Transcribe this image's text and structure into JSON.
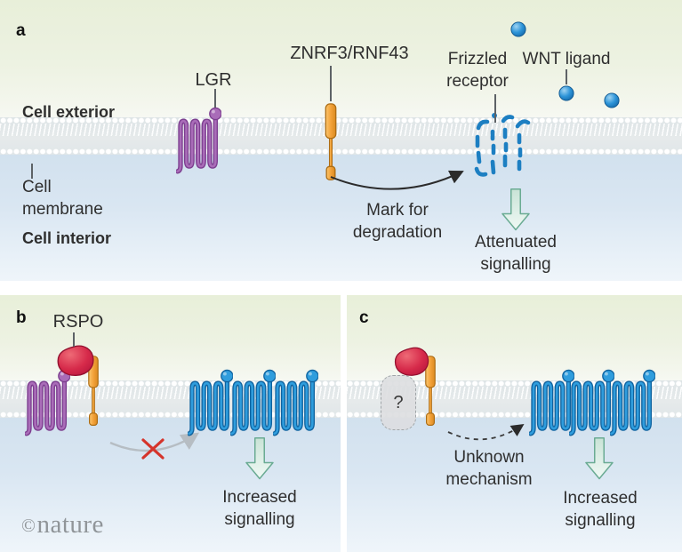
{
  "colors": {
    "exterior_green": "#ebf1df",
    "interior_blue": "#d6e4f0",
    "membrane_gray": "#e2e8e9",
    "lgr_purple": "#a96cb8",
    "znrf3_orange": "#f3a23a",
    "frizzled_blue": "#2f9ddd",
    "wnt_blue": "#2d94d8",
    "rspo_red": "#d62a4a",
    "signal_arrow_green": "#6aab93",
    "inhibit_x_red": "#d5342b",
    "label_text": "#2e2e2e"
  },
  "panel_a": {
    "label": "a",
    "cell_exterior": "Cell exterior",
    "cell_membrane_line1": "Cell",
    "cell_membrane_line2": "membrane",
    "cell_interior": "Cell interior",
    "lgr": "LGR",
    "znrf3": "ZNRF3/RNF43",
    "frizzled_line1": "Frizzled",
    "frizzled_line2": "receptor",
    "wnt": "WNT ligand",
    "mark_line1": "Mark for",
    "mark_line2": "degradation",
    "attenuated_line1": "Attenuated",
    "attenuated_line2": "signalling"
  },
  "panel_b": {
    "label": "b",
    "rspo": "RSPO",
    "increased_line1": "Increased",
    "increased_line2": "signalling"
  },
  "panel_c": {
    "label": "c",
    "unknown_protein": "?",
    "unknown_line1": "Unknown",
    "unknown_line2": "mechanism",
    "increased_line1": "Increased",
    "increased_line2": "signalling"
  },
  "footer": {
    "copyright": "©",
    "brand": "nature"
  }
}
